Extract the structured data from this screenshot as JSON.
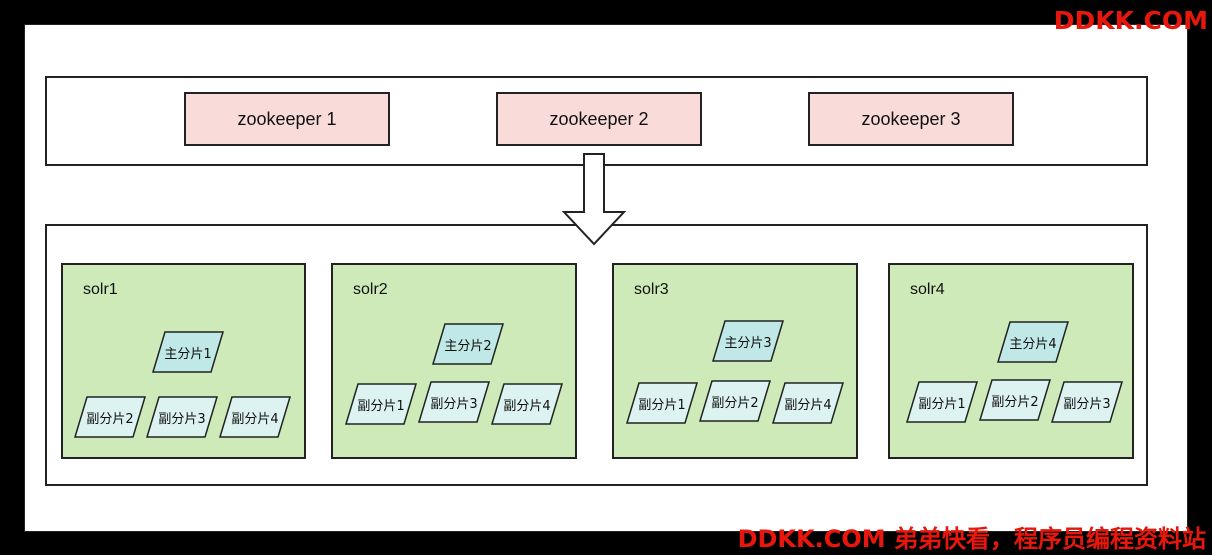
{
  "zookeeper": [
    "zookeeper 1",
    "zookeeper 2",
    "zookeeper 3"
  ],
  "solr_nodes": [
    {
      "name": "solr1",
      "primary": "主分片1",
      "replicas": [
        "副分片2",
        "副分片3",
        "副分片4"
      ]
    },
    {
      "name": "solr2",
      "primary": "主分片2",
      "replicas": [
        "副分片1",
        "副分片3",
        "副分片4"
      ]
    },
    {
      "name": "solr3",
      "primary": "主分片3",
      "replicas": [
        "副分片1",
        "副分片2",
        "副分片4"
      ]
    },
    {
      "name": "solr4",
      "primary": "主分片4",
      "replicas": [
        "副分片1",
        "副分片2",
        "副分片3"
      ]
    }
  ],
  "watermark": {
    "top": "DDKK.COM",
    "bottom": "DDKK.COM 弟弟快看，程序员编程资料站"
  },
  "colors": {
    "zookeeper_fill": "#f9dbd9",
    "solr_fill": "#cdeab8",
    "primary_shard_fill": "#bfe8e6",
    "replica_shard_fill": "#ddf3f1",
    "watermark": "#e8170d"
  }
}
